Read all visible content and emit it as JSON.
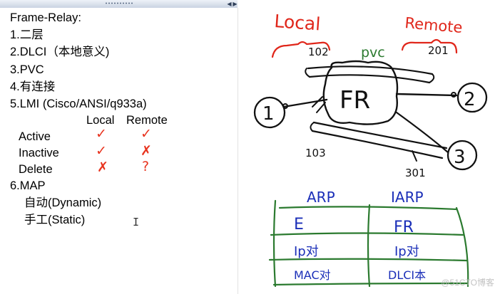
{
  "toolbar": {
    "grip": "··········",
    "left_arrow": "◀",
    "right_arrow": "▶"
  },
  "notes": {
    "title": "Frame-Relay:",
    "items": [
      "1.二层",
      "2.DLCI（本地意义)",
      "3.PVC",
      "4.有连接",
      "5.LMI (Cisco/ANSI/q933a)"
    ],
    "lmi_header": {
      "local": "Local",
      "remote": "Remote"
    },
    "lmi_rows": [
      {
        "label": "Active",
        "local": "✓",
        "remote": "✓"
      },
      {
        "label": "Inactive",
        "local": "✓",
        "remote": "✗"
      },
      {
        "label": "Delete",
        "local": "✗",
        "remote": "?"
      }
    ],
    "map_title": "6.MAP",
    "map_items": [
      "自动(Dynamic)",
      "手工(Static)"
    ]
  },
  "drawing": {
    "local_label": "Local",
    "remote_label": "Remote",
    "pvc_label": "pvc",
    "dlci_local": "102",
    "dlci_remote": "201",
    "dlci_103": "103",
    "dlci_301": "301",
    "cloud_label": "FR",
    "router_1": "1",
    "router_2": "2",
    "router_3": "3",
    "table": [
      [
        "ARP",
        "IARP"
      ],
      [
        "E",
        "FR"
      ],
      [
        "Ip对",
        "Ip对"
      ],
      [
        "MAC对",
        "DLCI本"
      ]
    ],
    "colors": {
      "red": "#e0261a",
      "blue": "#1b2fb8",
      "green": "#2b7a2f",
      "black": "#111111"
    }
  },
  "watermark": "@51CTO博客"
}
